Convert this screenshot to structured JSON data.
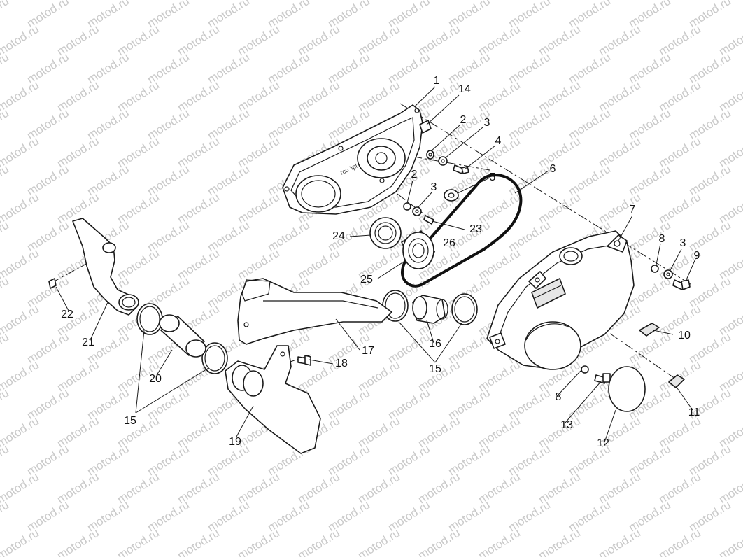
{
  "watermark": "motod.ru",
  "callouts": {
    "c1": "1",
    "c2a": "2",
    "c2b": "2",
    "c3a": "3",
    "c3b": "3",
    "c3c": "3",
    "c4": "4",
    "c5": "5",
    "c6": "6",
    "c7": "7",
    "c8a": "8",
    "c8b": "8",
    "c9": "9",
    "c10": "10",
    "c11": "11",
    "c12": "12",
    "c13": "13",
    "c14": "14",
    "c15a": "15",
    "c15b": "15",
    "c16": "16",
    "c17": "17",
    "c18": "18",
    "c19": "19",
    "c20": "20",
    "c21": "21",
    "c22": "22",
    "c23": "23",
    "c24": "24",
    "c25": "25",
    "c26": "26"
  },
  "inner_cover_stamp": "rco 'ipl"
}
